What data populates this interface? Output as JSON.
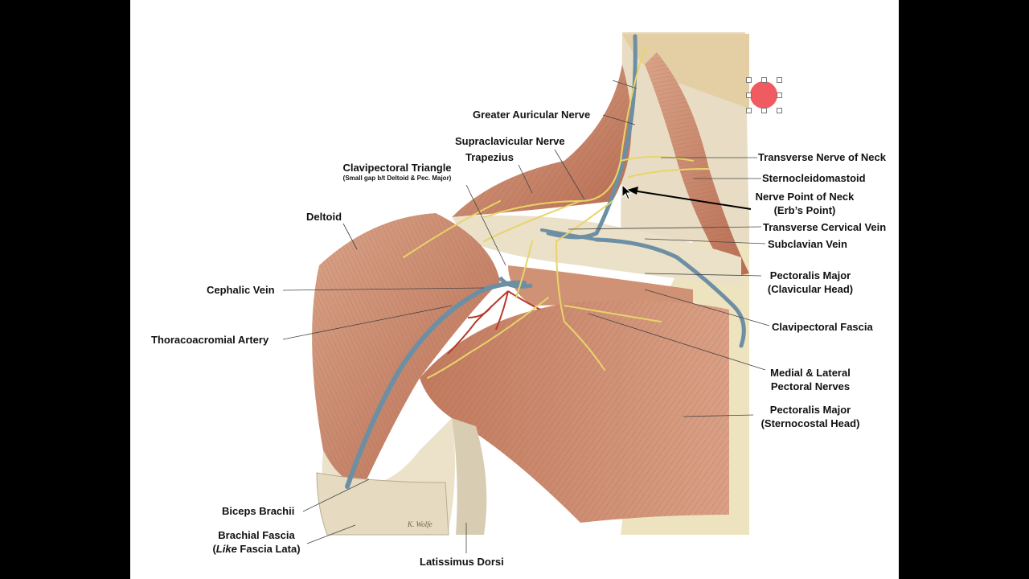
{
  "labels": {
    "greater_auricular": "Greater Auricular Nerve",
    "supraclavicular": "Supraclavicular Nerve",
    "trapezius": "Trapezius",
    "clavipectoral_triangle": "Clavipectoral Triangle",
    "clavipectoral_triangle_note": "(Small gap b/t Deltoid & Pec. Major)",
    "deltoid": "Deltoid",
    "cephalic_vein": "Cephalic Vein",
    "thoracoacromial_artery": "Thoracoacromial Artery",
    "biceps_brachii": "Biceps Brachii",
    "brachial_fascia_line1": "Brachial Fascia",
    "brachial_fascia_like": "Like",
    "brachial_fascia_line2_rest": " Fascia Lata)",
    "brachial_fascia_open": "(",
    "latissimus_dorsi": "Latissimus Dorsi",
    "transverse_nerve_neck": "Transverse Nerve of Neck",
    "sternocleidomastoid": "Sternocleidomastoid",
    "nerve_point_line1": "Nerve Point of Neck",
    "nerve_point_line2": "(Erb’s Point)",
    "transverse_cervical_vein": "Transverse Cervical Vein",
    "subclavian_vein": "Subclavian Vein",
    "pec_major_clav_line1": "Pectoralis Major",
    "pec_major_clav_line2": "(Clavicular Head)",
    "clavipectoral_fascia": "Clavipectoral Fascia",
    "pectoral_nerves_line1": "Medial & Lateral",
    "pectoral_nerves_line2": "Pectoral Nerves",
    "pec_major_stern_line1": "Pectoralis Major",
    "pec_major_stern_line2": "(Sternocostal Head)"
  },
  "signature": "K. Wolfe",
  "colors": {
    "muscle": "#c98f73",
    "muscle_dark": "#a8634a",
    "vein": "#6d8fa3",
    "nerve": "#e8d46a",
    "artery": "#b8392b",
    "fascia": "#ece2c9",
    "record_dot": "#ef5b61"
  },
  "icons": [
    "cursor-arrow-icon",
    "record-dot-icon"
  ]
}
